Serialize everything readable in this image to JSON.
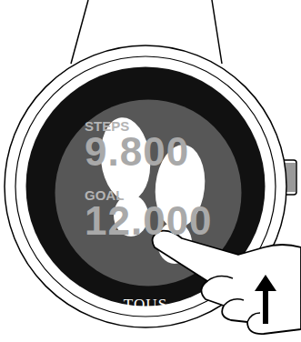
{
  "diagram": {
    "nodes": [
      {
        "text": [
          "TOUS"
        ]
      },
      {
        "text": [
          "STEPS",
          "9.800",
          "GOAL",
          "12.000"
        ],
        "in": 0
      }
    ]
  }
}
